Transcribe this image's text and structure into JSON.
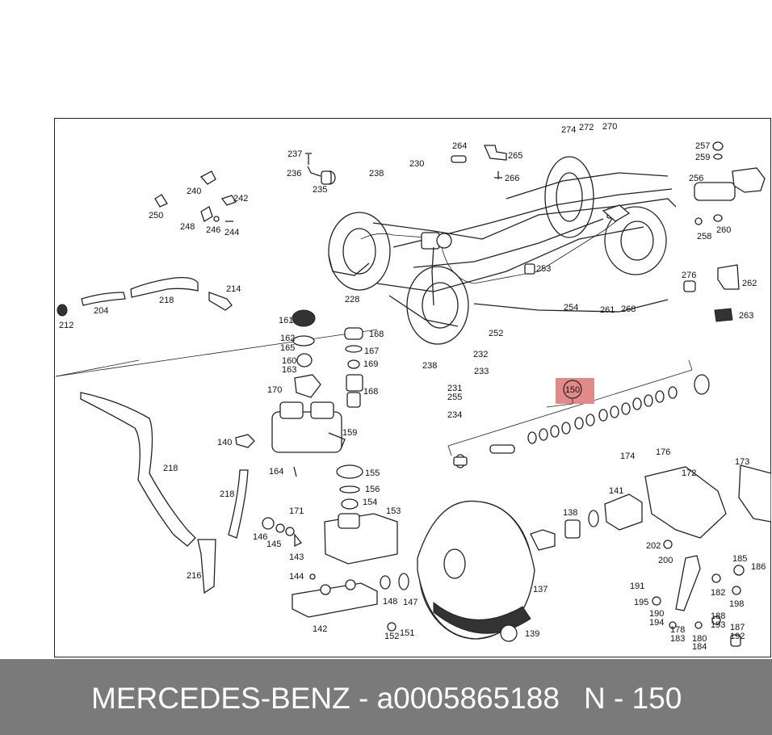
{
  "diagram": {
    "highlight_color": "#e05555",
    "highlight_label": "150",
    "labels": [
      {
        "id": "p237",
        "text": "237"
      },
      {
        "id": "p236",
        "text": "236"
      },
      {
        "id": "p235",
        "text": "235"
      },
      {
        "id": "p238a",
        "text": "238"
      },
      {
        "id": "p230",
        "text": "230"
      },
      {
        "id": "p264",
        "text": "264"
      },
      {
        "id": "p265",
        "text": "265"
      },
      {
        "id": "p266",
        "text": "266"
      },
      {
        "id": "p274",
        "text": "274"
      },
      {
        "id": "p272",
        "text": "272"
      },
      {
        "id": "p270",
        "text": "270"
      },
      {
        "id": "p257",
        "text": "257"
      },
      {
        "id": "p259",
        "text": "259"
      },
      {
        "id": "p256",
        "text": "256"
      },
      {
        "id": "p258",
        "text": "258"
      },
      {
        "id": "p260",
        "text": "260"
      },
      {
        "id": "p240",
        "text": "240"
      },
      {
        "id": "p242",
        "text": "242"
      },
      {
        "id": "p250",
        "text": "250"
      },
      {
        "id": "p248",
        "text": "248"
      },
      {
        "id": "p246",
        "text": "246"
      },
      {
        "id": "p244",
        "text": "244"
      },
      {
        "id": "p214",
        "text": "214"
      },
      {
        "id": "p204",
        "text": "204"
      },
      {
        "id": "p218a",
        "text": "218"
      },
      {
        "id": "p212",
        "text": "212"
      },
      {
        "id": "p228",
        "text": "228"
      },
      {
        "id": "p253",
        "text": "253"
      },
      {
        "id": "p254",
        "text": "254"
      },
      {
        "id": "p261",
        "text": "261"
      },
      {
        "id": "p268",
        "text": "268"
      },
      {
        "id": "p252",
        "text": "252"
      },
      {
        "id": "p276",
        "text": "276"
      },
      {
        "id": "p262",
        "text": "262"
      },
      {
        "id": "p263",
        "text": "263"
      },
      {
        "id": "p161",
        "text": "161"
      },
      {
        "id": "p168a",
        "text": "168"
      },
      {
        "id": "p162",
        "text": "162"
      },
      {
        "id": "p165",
        "text": "165"
      },
      {
        "id": "p167",
        "text": "167"
      },
      {
        "id": "p160",
        "text": "160"
      },
      {
        "id": "p163",
        "text": "163"
      },
      {
        "id": "p169",
        "text": "169"
      },
      {
        "id": "p170",
        "text": "170"
      },
      {
        "id": "p168b",
        "text": "168"
      },
      {
        "id": "p238b",
        "text": "238"
      },
      {
        "id": "p232",
        "text": "232"
      },
      {
        "id": "p233",
        "text": "233"
      },
      {
        "id": "p231",
        "text": "231"
      },
      {
        "id": "p255",
        "text": "255"
      },
      {
        "id": "p234",
        "text": "234"
      },
      {
        "id": "p159",
        "text": "159"
      },
      {
        "id": "p140",
        "text": "140"
      },
      {
        "id": "p164",
        "text": "164"
      },
      {
        "id": "p218b",
        "text": "218"
      },
      {
        "id": "p218c",
        "text": "218"
      },
      {
        "id": "p155",
        "text": "155"
      },
      {
        "id": "p156",
        "text": "156"
      },
      {
        "id": "p154",
        "text": "154"
      },
      {
        "id": "p153",
        "text": "153"
      },
      {
        "id": "p171",
        "text": "171"
      },
      {
        "id": "p146",
        "text": "146"
      },
      {
        "id": "p145",
        "text": "145"
      },
      {
        "id": "p143",
        "text": "143"
      },
      {
        "id": "p216",
        "text": "216"
      },
      {
        "id": "p144",
        "text": "144"
      },
      {
        "id": "p148",
        "text": "148"
      },
      {
        "id": "p147",
        "text": "147"
      },
      {
        "id": "p142",
        "text": "142"
      },
      {
        "id": "p152",
        "text": "152"
      },
      {
        "id": "p151",
        "text": "151"
      },
      {
        "id": "p137",
        "text": "137"
      },
      {
        "id": "p139",
        "text": "139"
      },
      {
        "id": "p138",
        "text": "138"
      },
      {
        "id": "p141",
        "text": "141"
      },
      {
        "id": "p174",
        "text": "174"
      },
      {
        "id": "p176",
        "text": "176"
      },
      {
        "id": "p172",
        "text": "172"
      },
      {
        "id": "p173",
        "text": "173"
      },
      {
        "id": "p202",
        "text": "202"
      },
      {
        "id": "p200",
        "text": "200"
      },
      {
        "id": "p185",
        "text": "185"
      },
      {
        "id": "p186",
        "text": "186"
      },
      {
        "id": "p191",
        "text": "191"
      },
      {
        "id": "p195",
        "text": "195"
      },
      {
        "id": "p182",
        "text": "182"
      },
      {
        "id": "p198",
        "text": "198"
      },
      {
        "id": "p190",
        "text": "190"
      },
      {
        "id": "p194",
        "text": "194"
      },
      {
        "id": "p188",
        "text": "188"
      },
      {
        "id": "p193",
        "text": "193"
      },
      {
        "id": "p178",
        "text": "178"
      },
      {
        "id": "p183",
        "text": "183"
      },
      {
        "id": "p180",
        "text": "180"
      },
      {
        "id": "p184",
        "text": "184"
      },
      {
        "id": "p187",
        "text": "187"
      },
      {
        "id": "p192",
        "text": "192"
      }
    ]
  },
  "footer": {
    "brand_part": "MERCEDES-BENZ - a0005865188",
    "callout": "N - 150"
  }
}
